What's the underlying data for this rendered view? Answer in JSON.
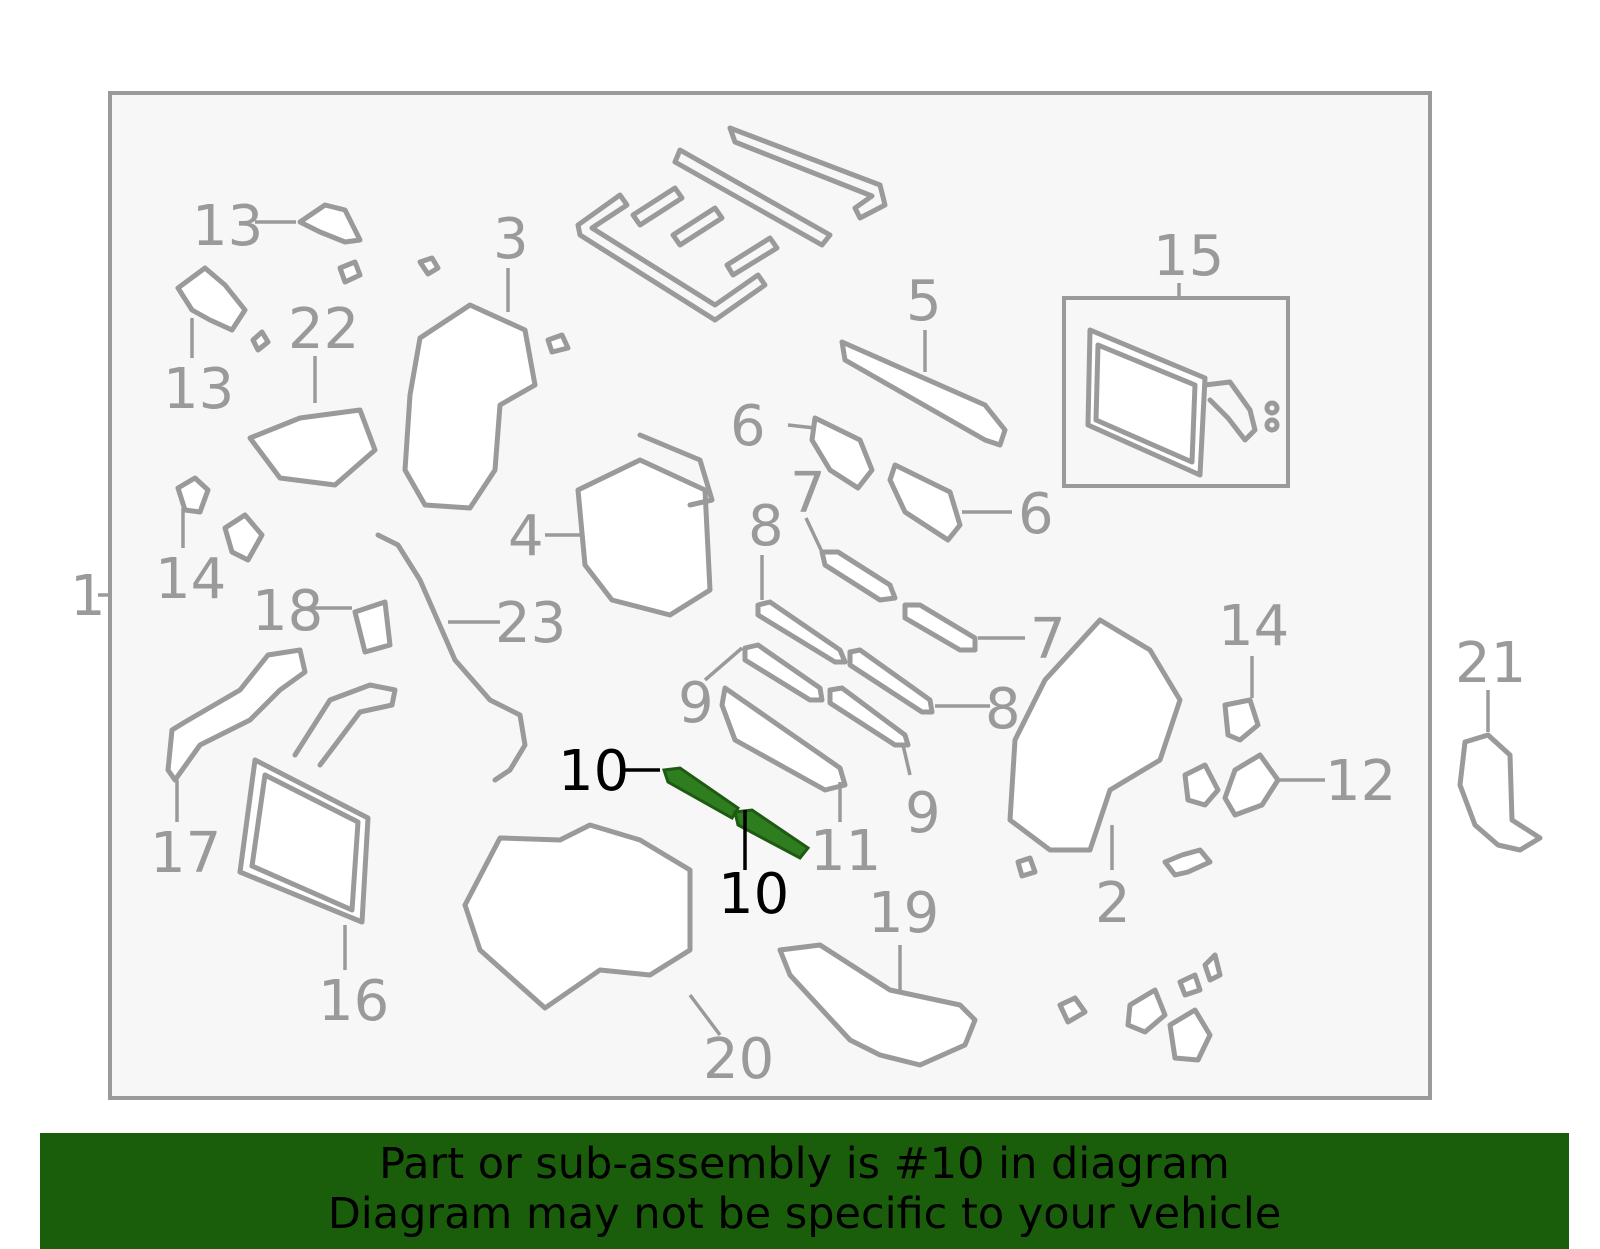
{
  "colors": {
    "frame": "#9a9a9a",
    "panel": "#f7f7f7",
    "highlight_part": "#2e7d1e",
    "highlight_label": "#000000",
    "banner": "#1a5e0c"
  },
  "callouts": {
    "c1": "1",
    "c2": "2",
    "c3": "3",
    "c4": "4",
    "c5": "5",
    "c6a": "6",
    "c6b": "6",
    "c7a": "7",
    "c7b": "7",
    "c8a": "8",
    "c8b": "8",
    "c9a": "9",
    "c9b": "9",
    "c10a": "10",
    "c10b": "10",
    "c11": "11",
    "c12": "12",
    "c13a": "13",
    "c13b": "13",
    "c14a": "14",
    "c14b": "14",
    "c15": "15",
    "c16": "16",
    "c17": "17",
    "c18": "18",
    "c19": "19",
    "c20": "20",
    "c21": "21",
    "c22": "22",
    "c23": "23"
  },
  "banner": {
    "line1": "Part or sub-assembly is #10 in diagram",
    "line2": "Diagram may not be specific to your vehicle"
  }
}
